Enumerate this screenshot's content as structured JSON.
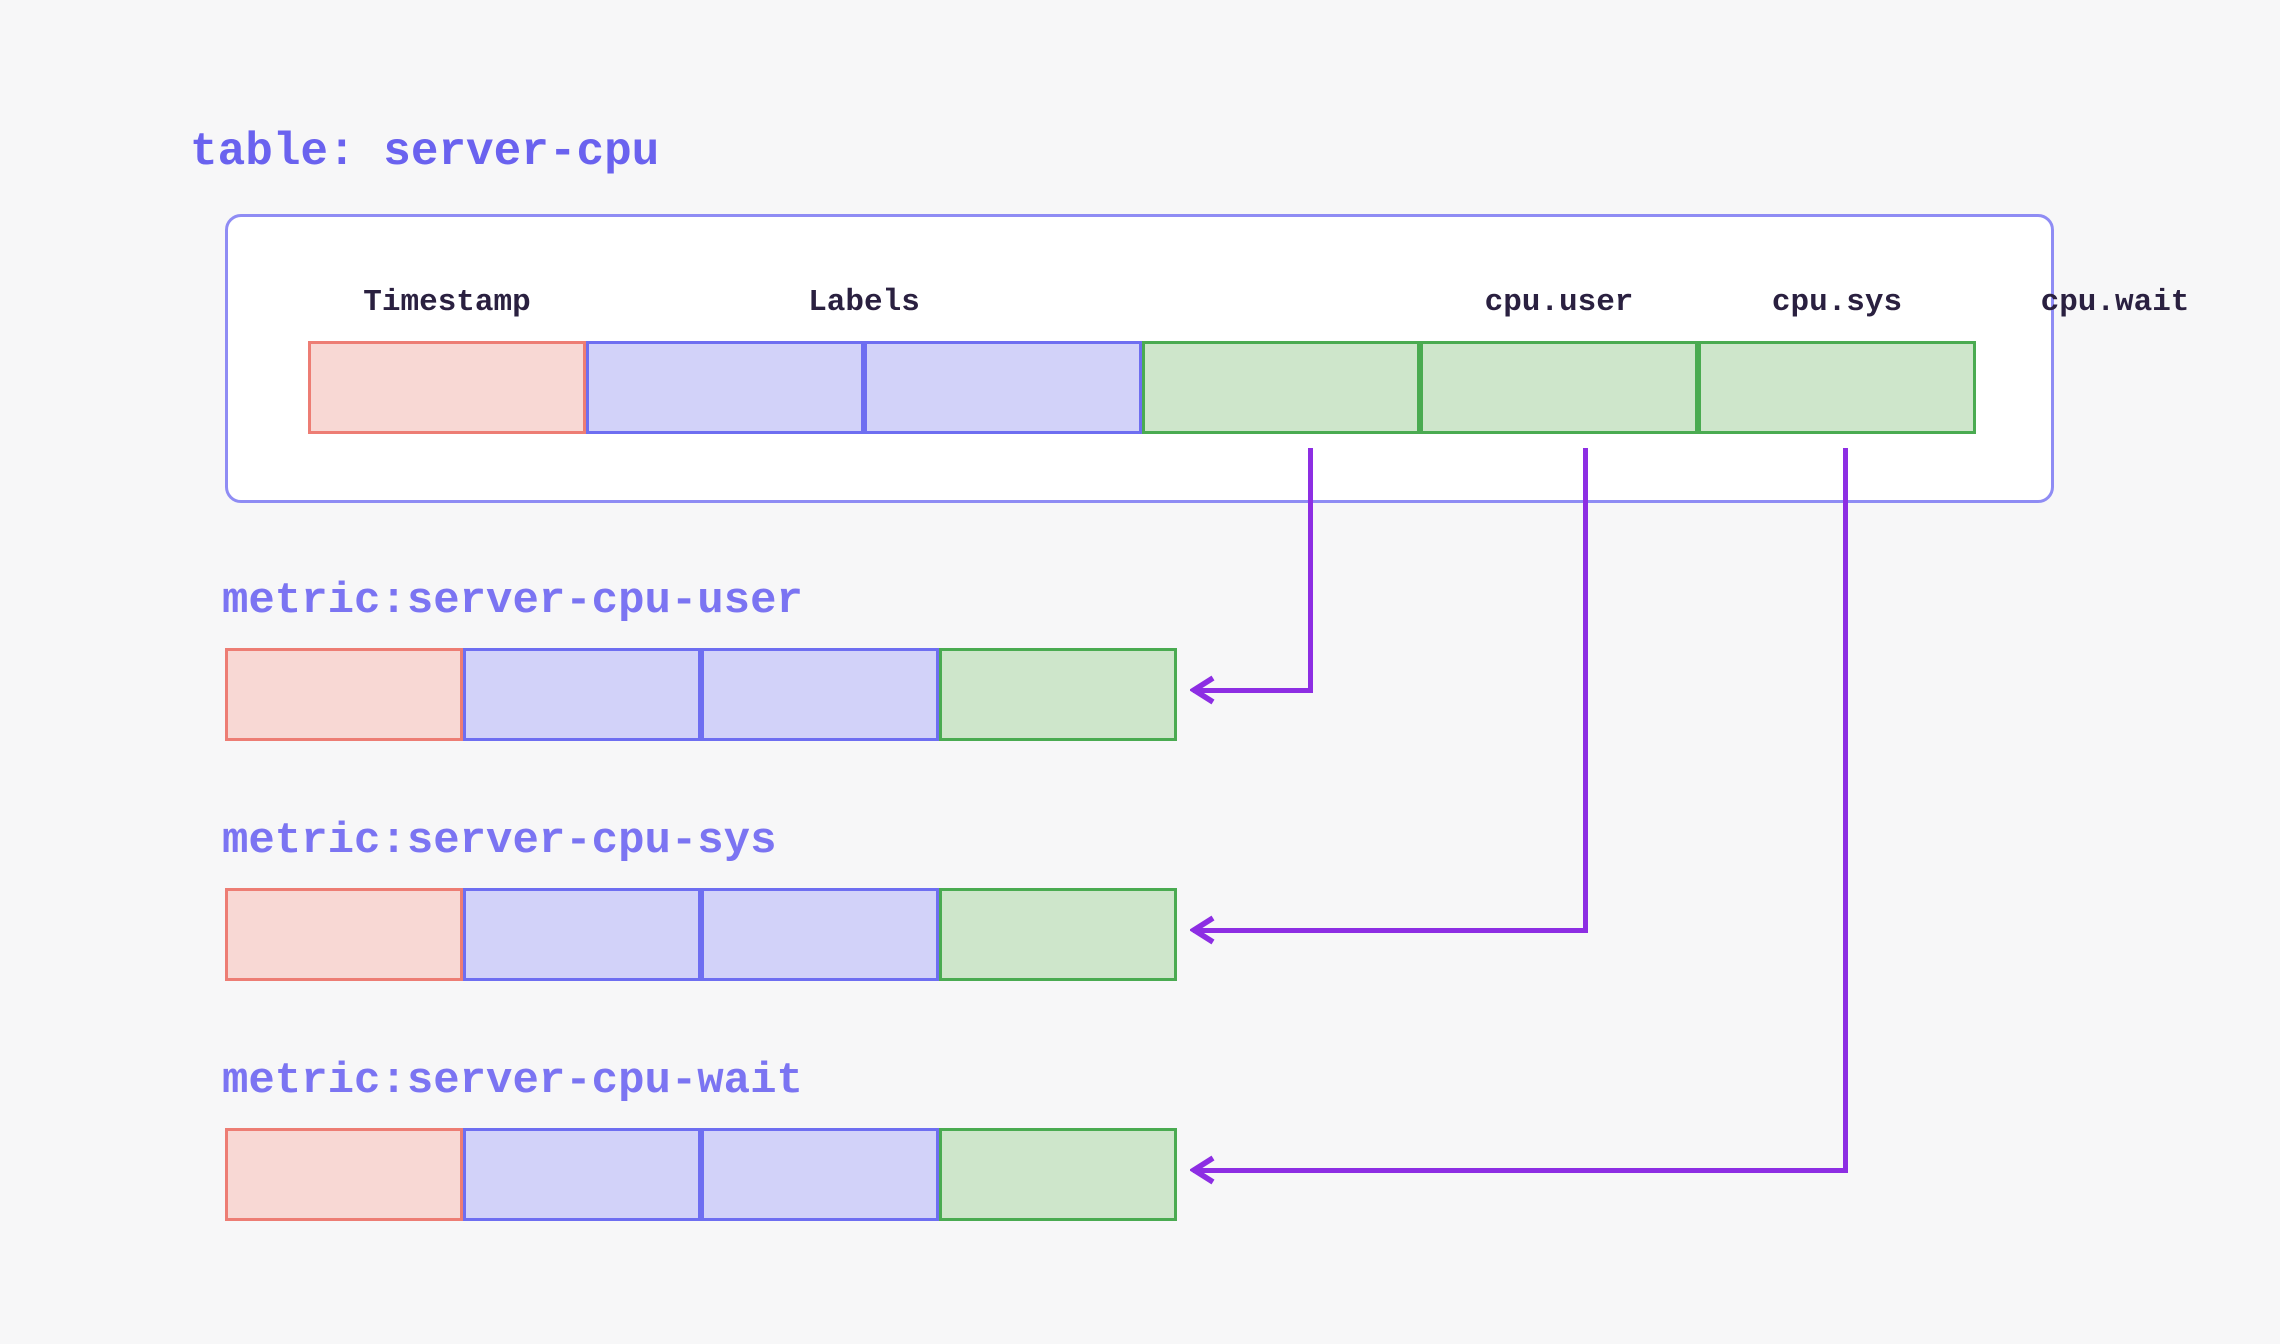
{
  "colors": {
    "background": "#f7f7f8",
    "box-fill": "#ffffff",
    "box-border": "#8f8cf4",
    "table-title": "#6a62ef",
    "metric-title": "#7b74f2",
    "header-text": "#2a2040",
    "timestamp-fill": "#f8d8d4",
    "timestamp-border": "#ed7d74",
    "label-fill": "#d2d2f9",
    "label-border": "#6e6ef1",
    "field-fill": "#cee6cb",
    "field-border": "#4aab51",
    "arrow": "#8d2ee3"
  },
  "table": {
    "title": "table: server-cpu",
    "columns": [
      {
        "id": "timestamp",
        "label": "Timestamp"
      },
      {
        "id": "labels",
        "label": "Labels"
      },
      {
        "id": "cpu-user",
        "label": "cpu.user"
      },
      {
        "id": "cpu-sys",
        "label": "cpu.sys"
      },
      {
        "id": "cpu-wait",
        "label": "cpu.wait"
      }
    ]
  },
  "metrics": [
    {
      "id": "server-cpu-user",
      "title": "metric:server-cpu-user"
    },
    {
      "id": "server-cpu-sys",
      "title": "metric:server-cpu-sys"
    },
    {
      "id": "server-cpu-wait",
      "title": "metric:server-cpu-wait"
    }
  ]
}
